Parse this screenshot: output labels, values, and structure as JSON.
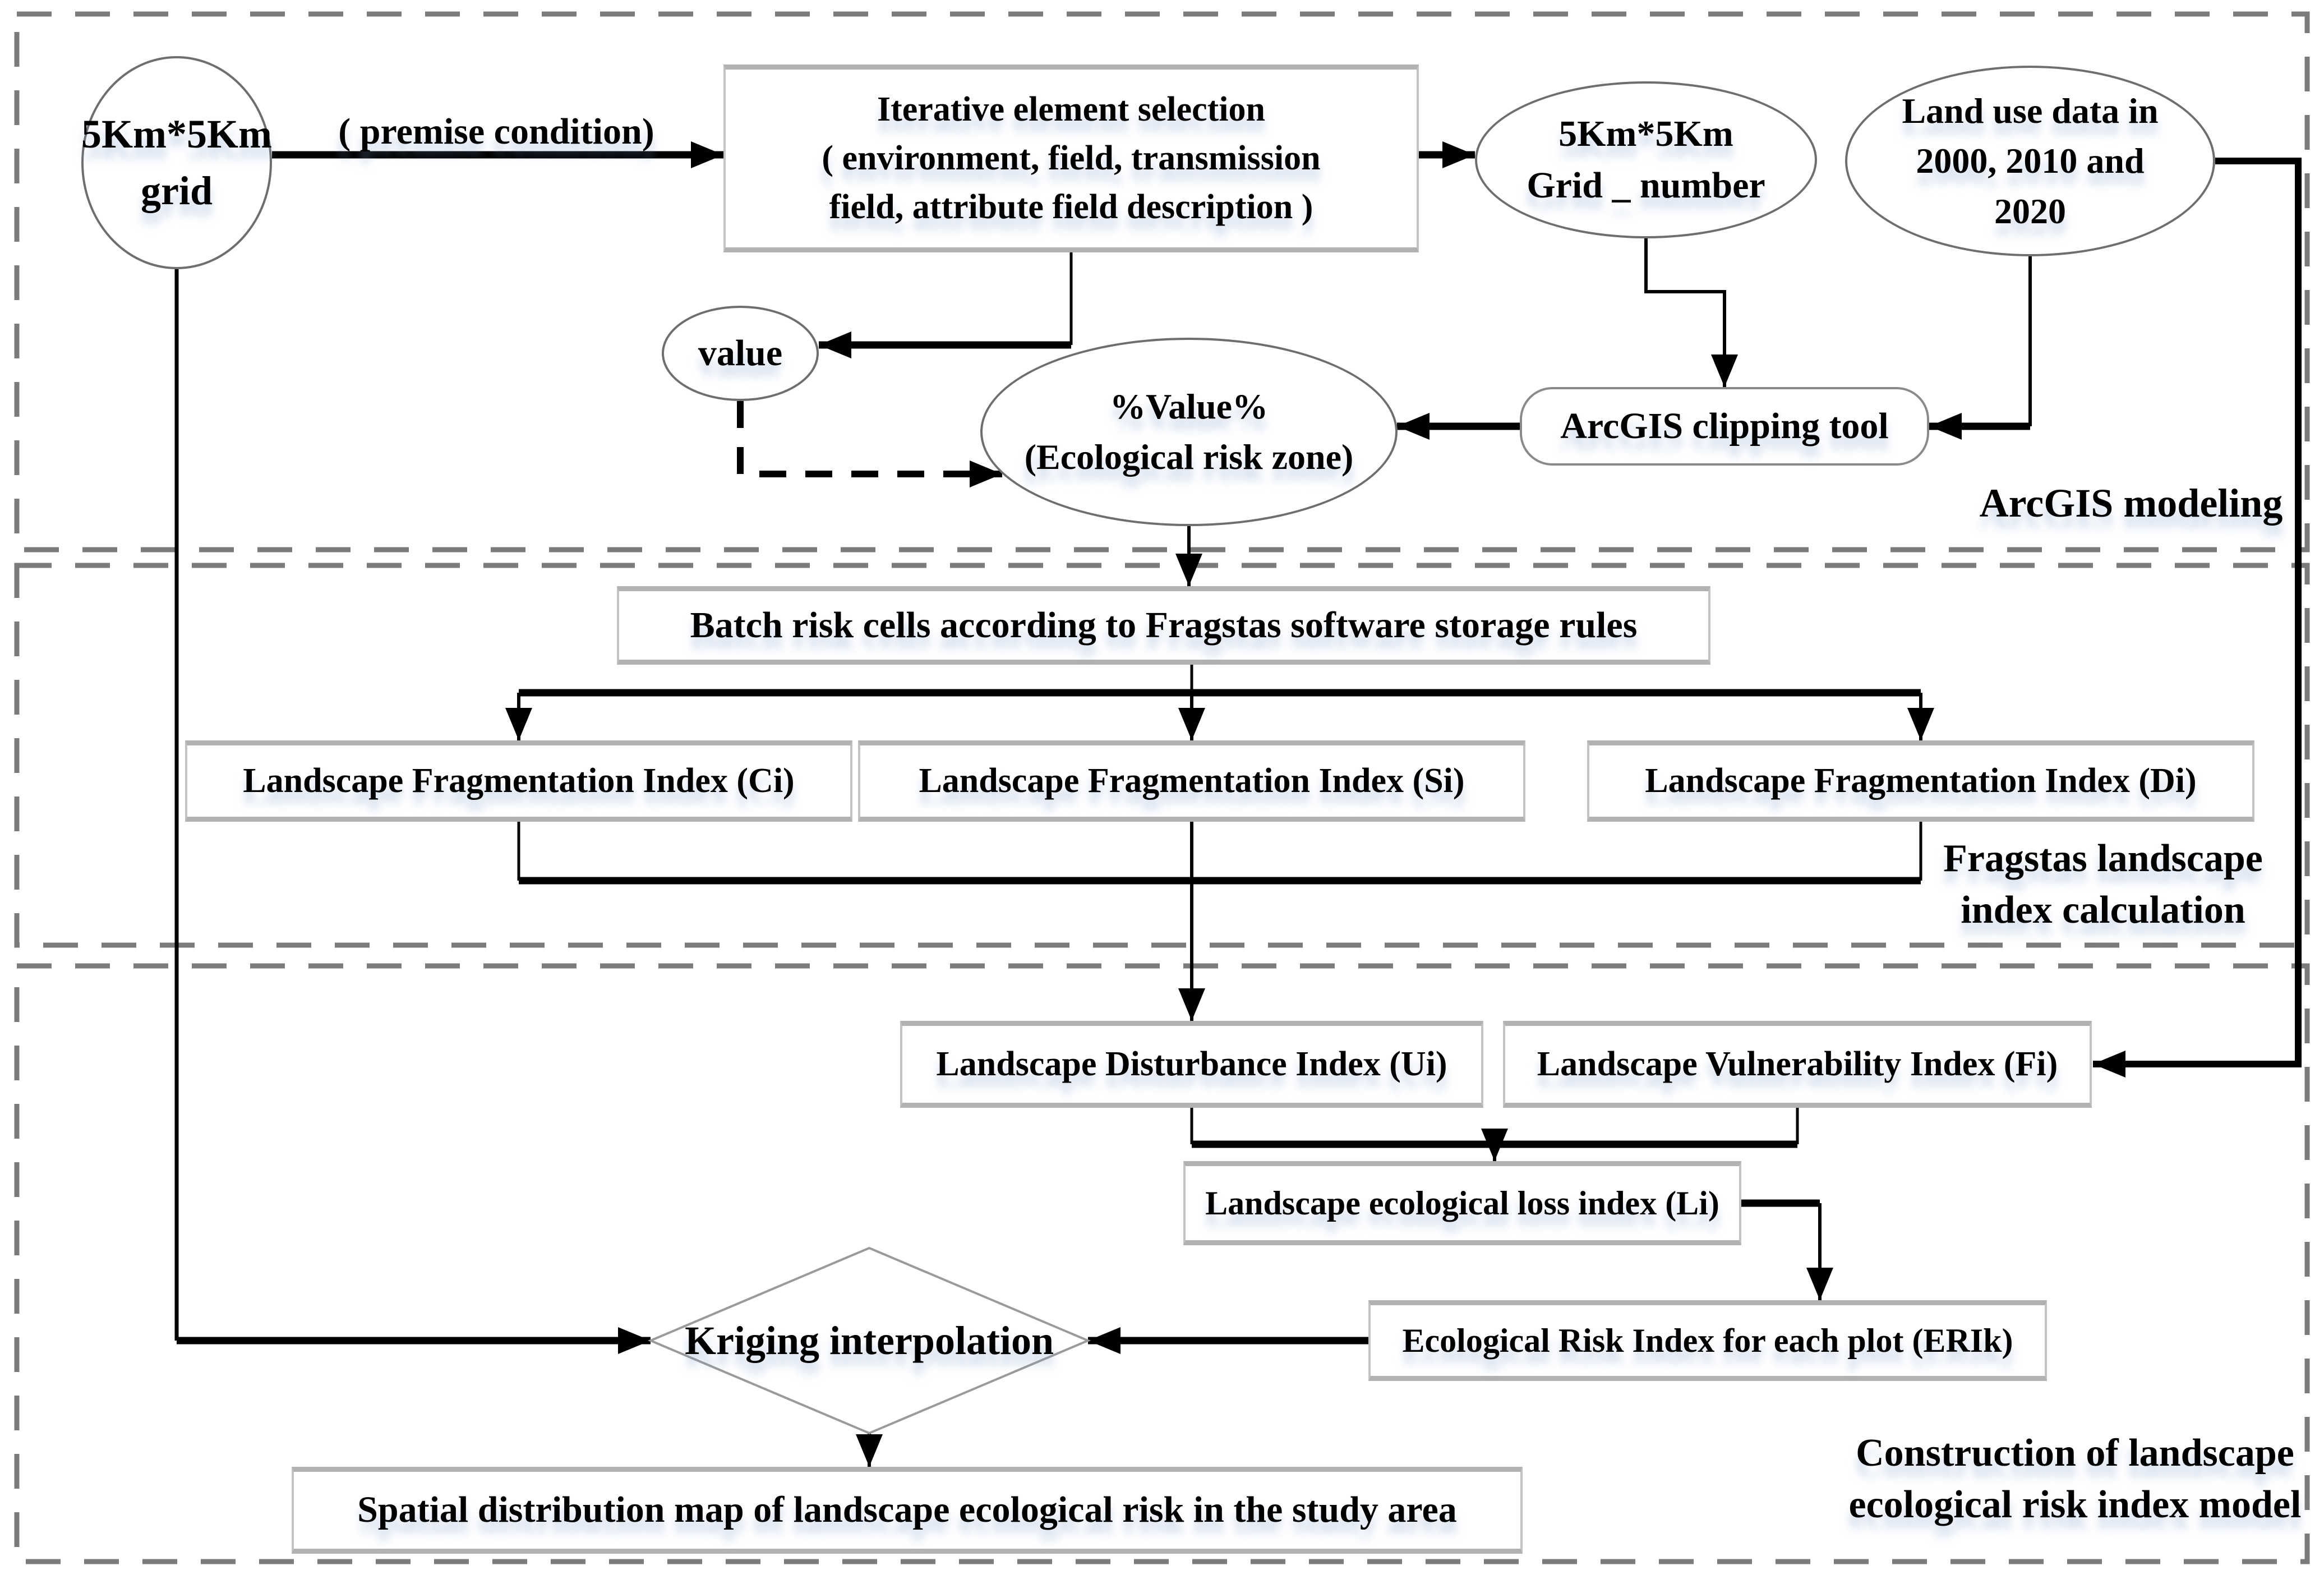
{
  "diagram": {
    "background": "#ffffff",
    "line_color": "#000000",
    "dash_border_color": "#7b7b7b",
    "box_border_color": "#8a8a8a",
    "sections": [
      {
        "name": "arcgis-modeling",
        "label": "ArcGIS modeling"
      },
      {
        "name": "fragstas-calculation",
        "label": "Fragstas landscape\nindex calculation"
      },
      {
        "name": "risk-index-model",
        "label": "Construction of landscape\necological risk index model"
      }
    ],
    "nodes": {
      "grid": {
        "shape": "ellipse",
        "label": "5Km*5Km\ngrid"
      },
      "iterative": {
        "shape": "rect",
        "label": "Iterative element selection\n( environment,  field,  transmission\nfield,  attribute field description )"
      },
      "grid_number": {
        "shape": "ellipse",
        "label": "5Km*5Km\nGrid _ number"
      },
      "land_use": {
        "shape": "ellipse",
        "label": "Land use data in\n2000, 2010 and\n2020"
      },
      "value": {
        "shape": "ellipse",
        "label": "value"
      },
      "value_zone": {
        "shape": "ellipse",
        "label": "%Value%\n(Ecological risk zone)"
      },
      "clipping_tool": {
        "shape": "rounded-rect",
        "label": "ArcGIS clipping tool"
      },
      "batch": {
        "shape": "rect",
        "label": "Batch risk cells according to Fragstas software storage rules"
      },
      "frag_ci": {
        "shape": "rect",
        "label": "Landscape Fragmentation Index (Ci)"
      },
      "frag_si": {
        "shape": "rect",
        "label": "Landscape Fragmentation Index (Si)"
      },
      "frag_di": {
        "shape": "rect",
        "label": "Landscape Fragmentation Index (Di)"
      },
      "disturbance": {
        "shape": "rect",
        "label": "Landscape Disturbance Index (Ui)"
      },
      "vulnerability": {
        "shape": "rect",
        "label": "Landscape Vulnerability Index (Fi)"
      },
      "loss": {
        "shape": "rect",
        "label": "Landscape ecological loss index (Li)"
      },
      "erik": {
        "shape": "rect",
        "label": "Ecological Risk Index for each plot (ERIk)"
      },
      "kriging": {
        "shape": "diamond",
        "label": "Kriging interpolation"
      },
      "spatial_map": {
        "shape": "rect",
        "label": "Spatial distribution map of landscape ecological risk in the study area"
      }
    },
    "edge_labels": {
      "premise": "( premise condition)"
    }
  }
}
